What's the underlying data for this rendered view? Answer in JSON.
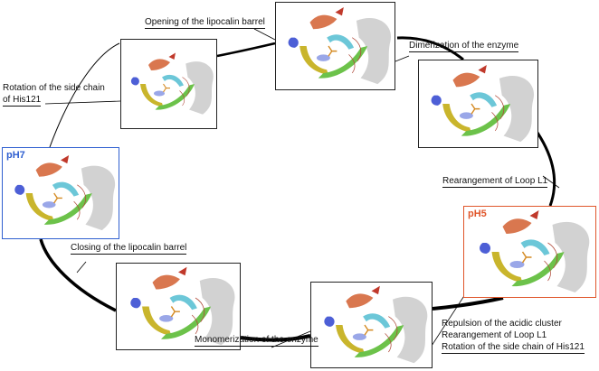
{
  "states": {
    "ph7": {
      "label": "pH7",
      "color": "#2f5fd0"
    },
    "ph5": {
      "label": "pH5",
      "color": "#e0562b"
    }
  },
  "steps": {
    "opening": "Opening of the lipocalin barrel",
    "dimerization": "Dimerization of the enzyme",
    "rotation_line1": "Rotation of the side chain",
    "rotation_line2": "of His121",
    "rearrangement": "Rearangement of Loop L1",
    "closing": "Closing of the lipocalin barrel",
    "monomerization": "Monomerization of the enzyme",
    "repulsion_line1": "Repulsion of the acidic cluster",
    "repulsion_line2": "Rearangement of Loop L1",
    "repulsion_line3": "Rotation of the side chain of His121"
  },
  "colors": {
    "helix_orange": "#d9774f",
    "strand_green": "#6cc24a",
    "strand_yellow": "#c9b52c",
    "strand_cyan": "#6cc7d8",
    "loop_blue": "#4d5fd6",
    "grey_subunit": "#b4b4b4",
    "cycle_line": "#000000"
  },
  "icons": [
    "protein-ribbon-structure"
  ]
}
